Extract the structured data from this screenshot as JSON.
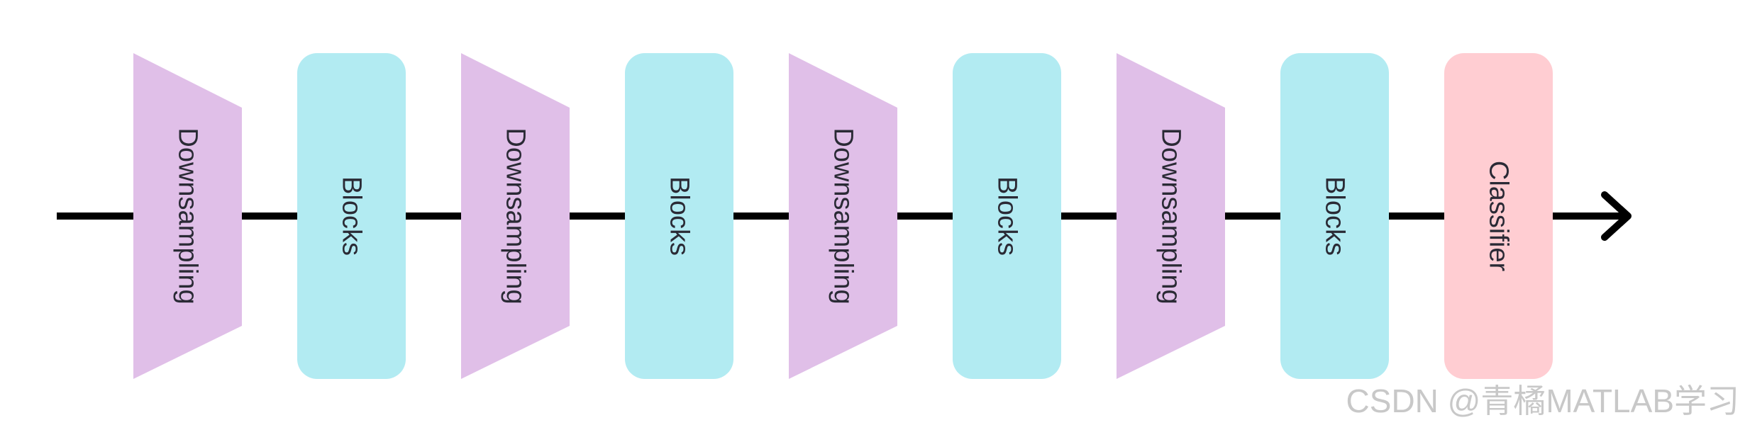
{
  "diagram": {
    "stages": [
      {
        "kind": "downsampling",
        "label": "Downsampling"
      },
      {
        "kind": "blocks",
        "label": "Blocks"
      },
      {
        "kind": "downsampling",
        "label": "Downsampling"
      },
      {
        "kind": "blocks",
        "label": "Blocks"
      },
      {
        "kind": "downsampling",
        "label": "Downsampling"
      },
      {
        "kind": "blocks",
        "label": "Blocks"
      },
      {
        "kind": "downsampling",
        "label": "Downsampling"
      },
      {
        "kind": "blocks",
        "label": "Blocks"
      },
      {
        "kind": "classifier",
        "label": "Classifier"
      }
    ],
    "colors": {
      "downsampling": "#e0bfe8",
      "blocks": "#b2ebf2",
      "classifier": "#ffcdd2",
      "arrow": "#000000",
      "text": "#2a2a35"
    }
  },
  "watermark": "CSDN @青橘MATLAB学习"
}
